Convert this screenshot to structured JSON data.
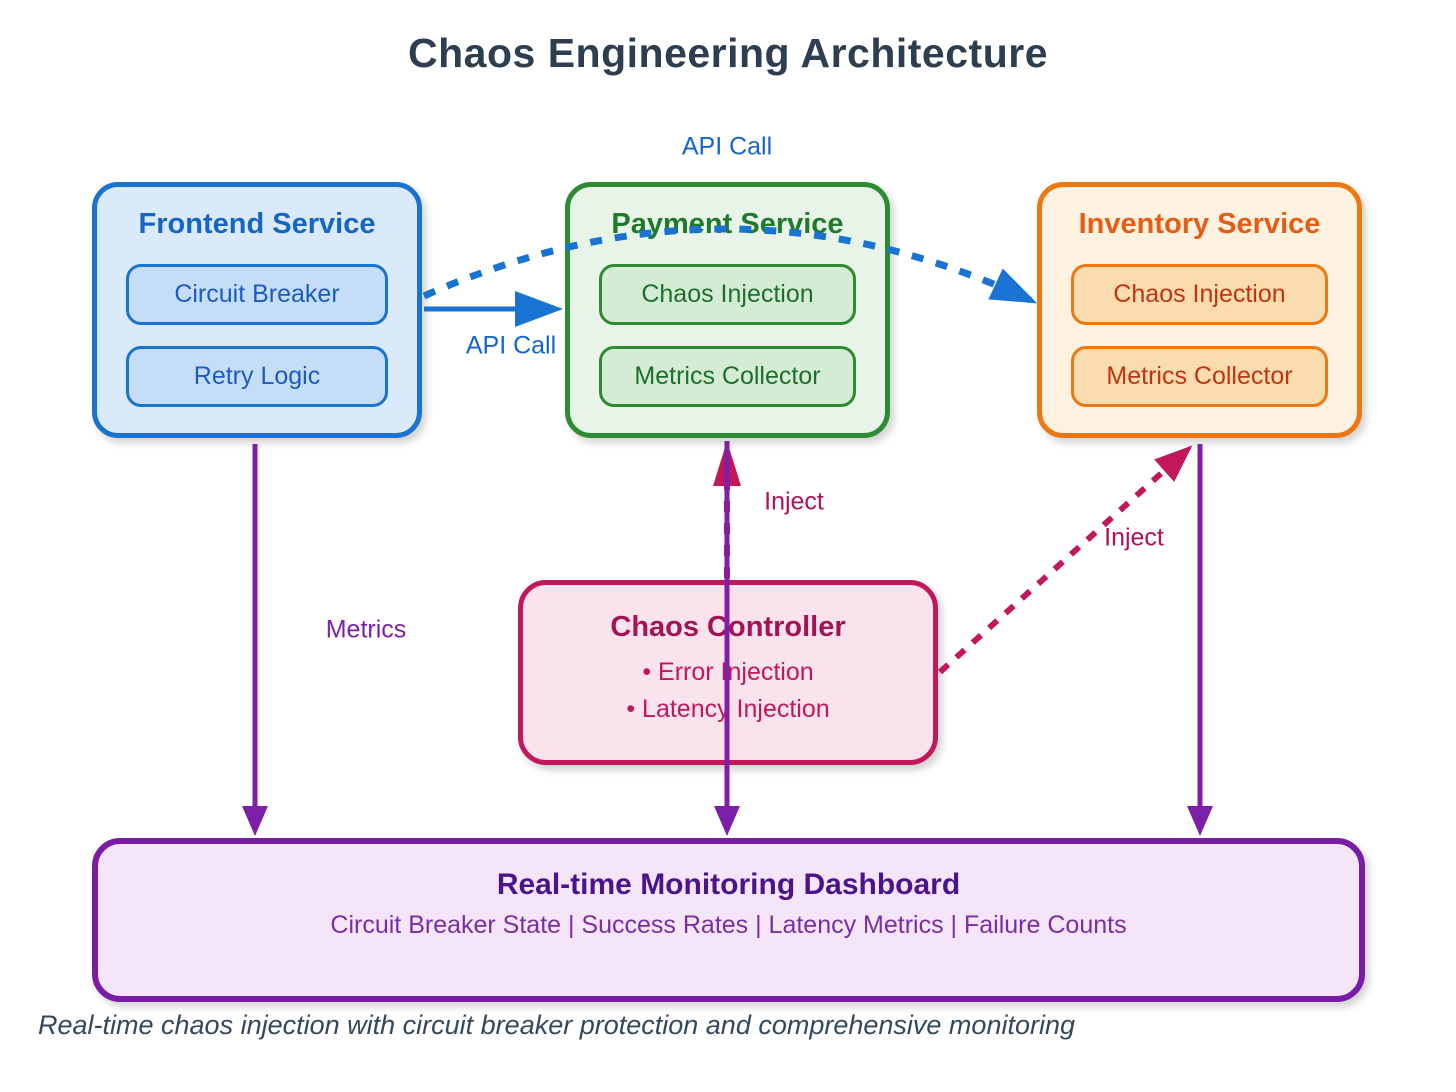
{
  "title": "Chaos Engineering Architecture",
  "caption": "Real-time chaos injection with circuit breaker protection and comprehensive monitoring",
  "nodes": {
    "frontend": {
      "title": "Frontend Service",
      "items": [
        "Circuit Breaker",
        "Retry Logic"
      ]
    },
    "payment": {
      "title": "Payment Service",
      "items": [
        "Chaos Injection",
        "Metrics Collector"
      ]
    },
    "inventory": {
      "title": "Inventory Service",
      "items": [
        "Chaos Injection",
        "Metrics Collector"
      ]
    },
    "controller": {
      "title": "Chaos Controller",
      "bullet": "•",
      "items": [
        "Error Injection",
        "Latency Injection"
      ]
    },
    "dashboard": {
      "title": "Real-time Monitoring Dashboard",
      "subtitle": "Circuit Breaker State | Success Rates | Latency Metrics | Failure Counts"
    }
  },
  "edge_labels": {
    "api_call_top": "API Call",
    "api_call_left": "API Call",
    "inject_payment": "Inject",
    "inject_inventory": "Inject",
    "metrics": "Metrics"
  },
  "colors": {
    "blue_accent": "#1a73cf",
    "green_accent": "#2e8b33",
    "orange_accent": "#ee7712",
    "crimson_accent": "#c2185b",
    "purple_accent": "#7d1fa8",
    "ink": "#2c3e50"
  }
}
